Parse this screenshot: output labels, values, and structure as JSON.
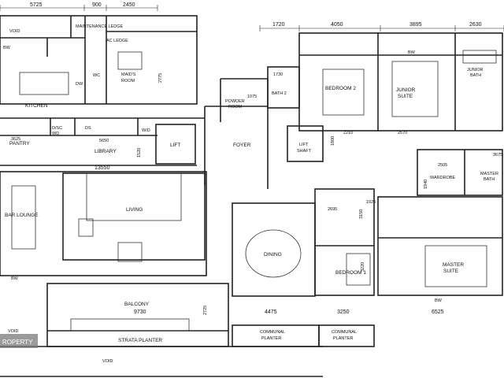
{
  "plan": {
    "rooms": {
      "void_top": "VOID",
      "maintenance_ledge": "MAINTENANCE LEDGE",
      "ac_ledge": "AC LEDGE",
      "bw_top_left": "BW",
      "wc": "WC",
      "maids_room_1": "MAID'S",
      "maids_room_2": "ROOM",
      "dw": "DW",
      "kitchen": "KITCHEN",
      "pantry": "PANTRY",
      "ds": "DS",
      "wd": "W/D",
      "dsc_wd_1": "D/SC",
      "dsc_wd_2": "WD",
      "library": "LIBRARY",
      "lift": "LIFT",
      "foyer": "FOYER",
      "powder_room_1": "POWDER",
      "powder_room_2": "ROOM",
      "bath2": "BATH 2",
      "lift_shaft_1": "LIFT",
      "lift_shaft_2": "SHAFT",
      "bedroom2": "BEDROOM 2",
      "junior_suite_1": "JUNIOR",
      "junior_suite_2": "SUITE",
      "junior_bath_1": "JUNIOR",
      "junior_bath_2": "BATH",
      "bw_junior": "BW",
      "wardrobe": "WARDROBE",
      "master_bath_1": "MASTER",
      "master_bath_2": "BATH",
      "bar_lounge": "BAR LOUNGE",
      "living": "LIVING",
      "dining": "DINING",
      "bedroom1": "BEDROOM 1",
      "master_suite_1": "MASTER",
      "master_suite_2": "SUITE",
      "bw_master": "BW",
      "bw_left": "BW",
      "balcony": "BALCONY",
      "strata_planter": "STRATA PLANTER",
      "communal_planter_1a": "COMMUNAL",
      "communal_planter_1b": "PLANTER",
      "communal_planter_2a": "COMMUNAL",
      "communal_planter_2b": "PLANTER",
      "void_bottom_left": "VOID",
      "void_bottom": "VOID"
    },
    "dimensions": {
      "d5725": "5725",
      "d900": "900",
      "d2450": "2450",
      "d1720": "1720",
      "d4050": "4050",
      "d3895": "3895",
      "d2630": "2630",
      "d2775": "2775",
      "d1730": "1730",
      "d1075": "1075",
      "d3625": "3625",
      "d5650": "5650",
      "d1520": "1520",
      "d13550": "13550",
      "d2210": "2210",
      "d1800": "1800",
      "d2570": "2570",
      "d3675": "3675",
      "d2505": "2505",
      "d1940": "1940",
      "d2695": "2695",
      "d1925": "1925",
      "d3150": "3150",
      "d3220": "3220",
      "d9730": "9730",
      "d2725": "2725",
      "d4475": "4475",
      "d3250": "3250",
      "d6525": "6525"
    },
    "watermark": "ROPERTY"
  }
}
